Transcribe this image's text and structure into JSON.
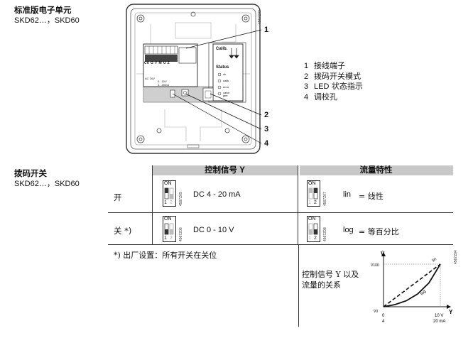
{
  "section1": {
    "title": "标准版电子单元",
    "subtitle": "SKD62…，SKD60",
    "drawing_code": "4567Z03"
  },
  "device": {
    "terminals": [
      "C6",
      "G",
      "Y",
      "M",
      "U",
      "Z"
    ],
    "terminal_notes": [
      "AC 24V",
      "0...10V",
      "4...20mA"
    ],
    "panel_calib": "Calib.",
    "panel_status": "Status",
    "status_items": [
      "ok",
      "calib.",
      "error",
      "valve jam"
    ],
    "callouts": [
      "1",
      "2",
      "3",
      "4"
    ]
  },
  "legend": [
    {
      "num": "1",
      "text": "接线端子"
    },
    {
      "num": "2",
      "text": "拨码开关模式"
    },
    {
      "num": "3",
      "prefix": "LED",
      "text": "状态指示"
    },
    {
      "num": "4",
      "text": "调校孔"
    }
  ],
  "section2": {
    "title": "拨码开关",
    "subtitle": "SKD62…，SKD60"
  },
  "table": {
    "col1_header": "控制信号 Y",
    "col2_header": "流量特性",
    "row_on_label": "开",
    "row_off_label": "关 *)",
    "on_signal": "DC 4 - 20 mA",
    "off_signal": "DC 0 - 10 V",
    "on_char_key": "lin",
    "on_char_desc": "= 线性",
    "off_char_key": "log",
    "off_char_desc": "= 等百分比",
    "switch_on_label": "ON",
    "switch_nums": [
      "1",
      "2"
    ],
    "switch_codes": [
      "4567Z05",
      "4567Z07",
      "4567Z06",
      "4567Z08"
    ]
  },
  "footnote": "*)  出厂设置：所有开关在关位",
  "relation_text": [
    "控制信号 Y 以及",
    "流量的关系"
  ],
  "chart_code": "4567Z04",
  "chart_data": {
    "type": "line",
    "ylabel": "V̇",
    "y_top": "V̇100",
    "y_zero": "V̇0",
    "xlabel": "Y",
    "x_ticks_bottom": [
      {
        "top": "0",
        "bottom": "4"
      },
      {
        "top": "10 V",
        "bottom": "20 mA"
      }
    ],
    "xlim": [
      0,
      1
    ],
    "ylim": [
      0,
      1
    ],
    "series": [
      {
        "name": "lin",
        "style": "dashed",
        "x": [
          0,
          1
        ],
        "y": [
          0,
          1
        ]
      },
      {
        "name": "log",
        "style": "solid",
        "x": [
          0,
          0.2,
          0.4,
          0.6,
          0.8,
          1.0
        ],
        "y": [
          0,
          0.05,
          0.14,
          0.3,
          0.56,
          1.0
        ]
      }
    ]
  }
}
